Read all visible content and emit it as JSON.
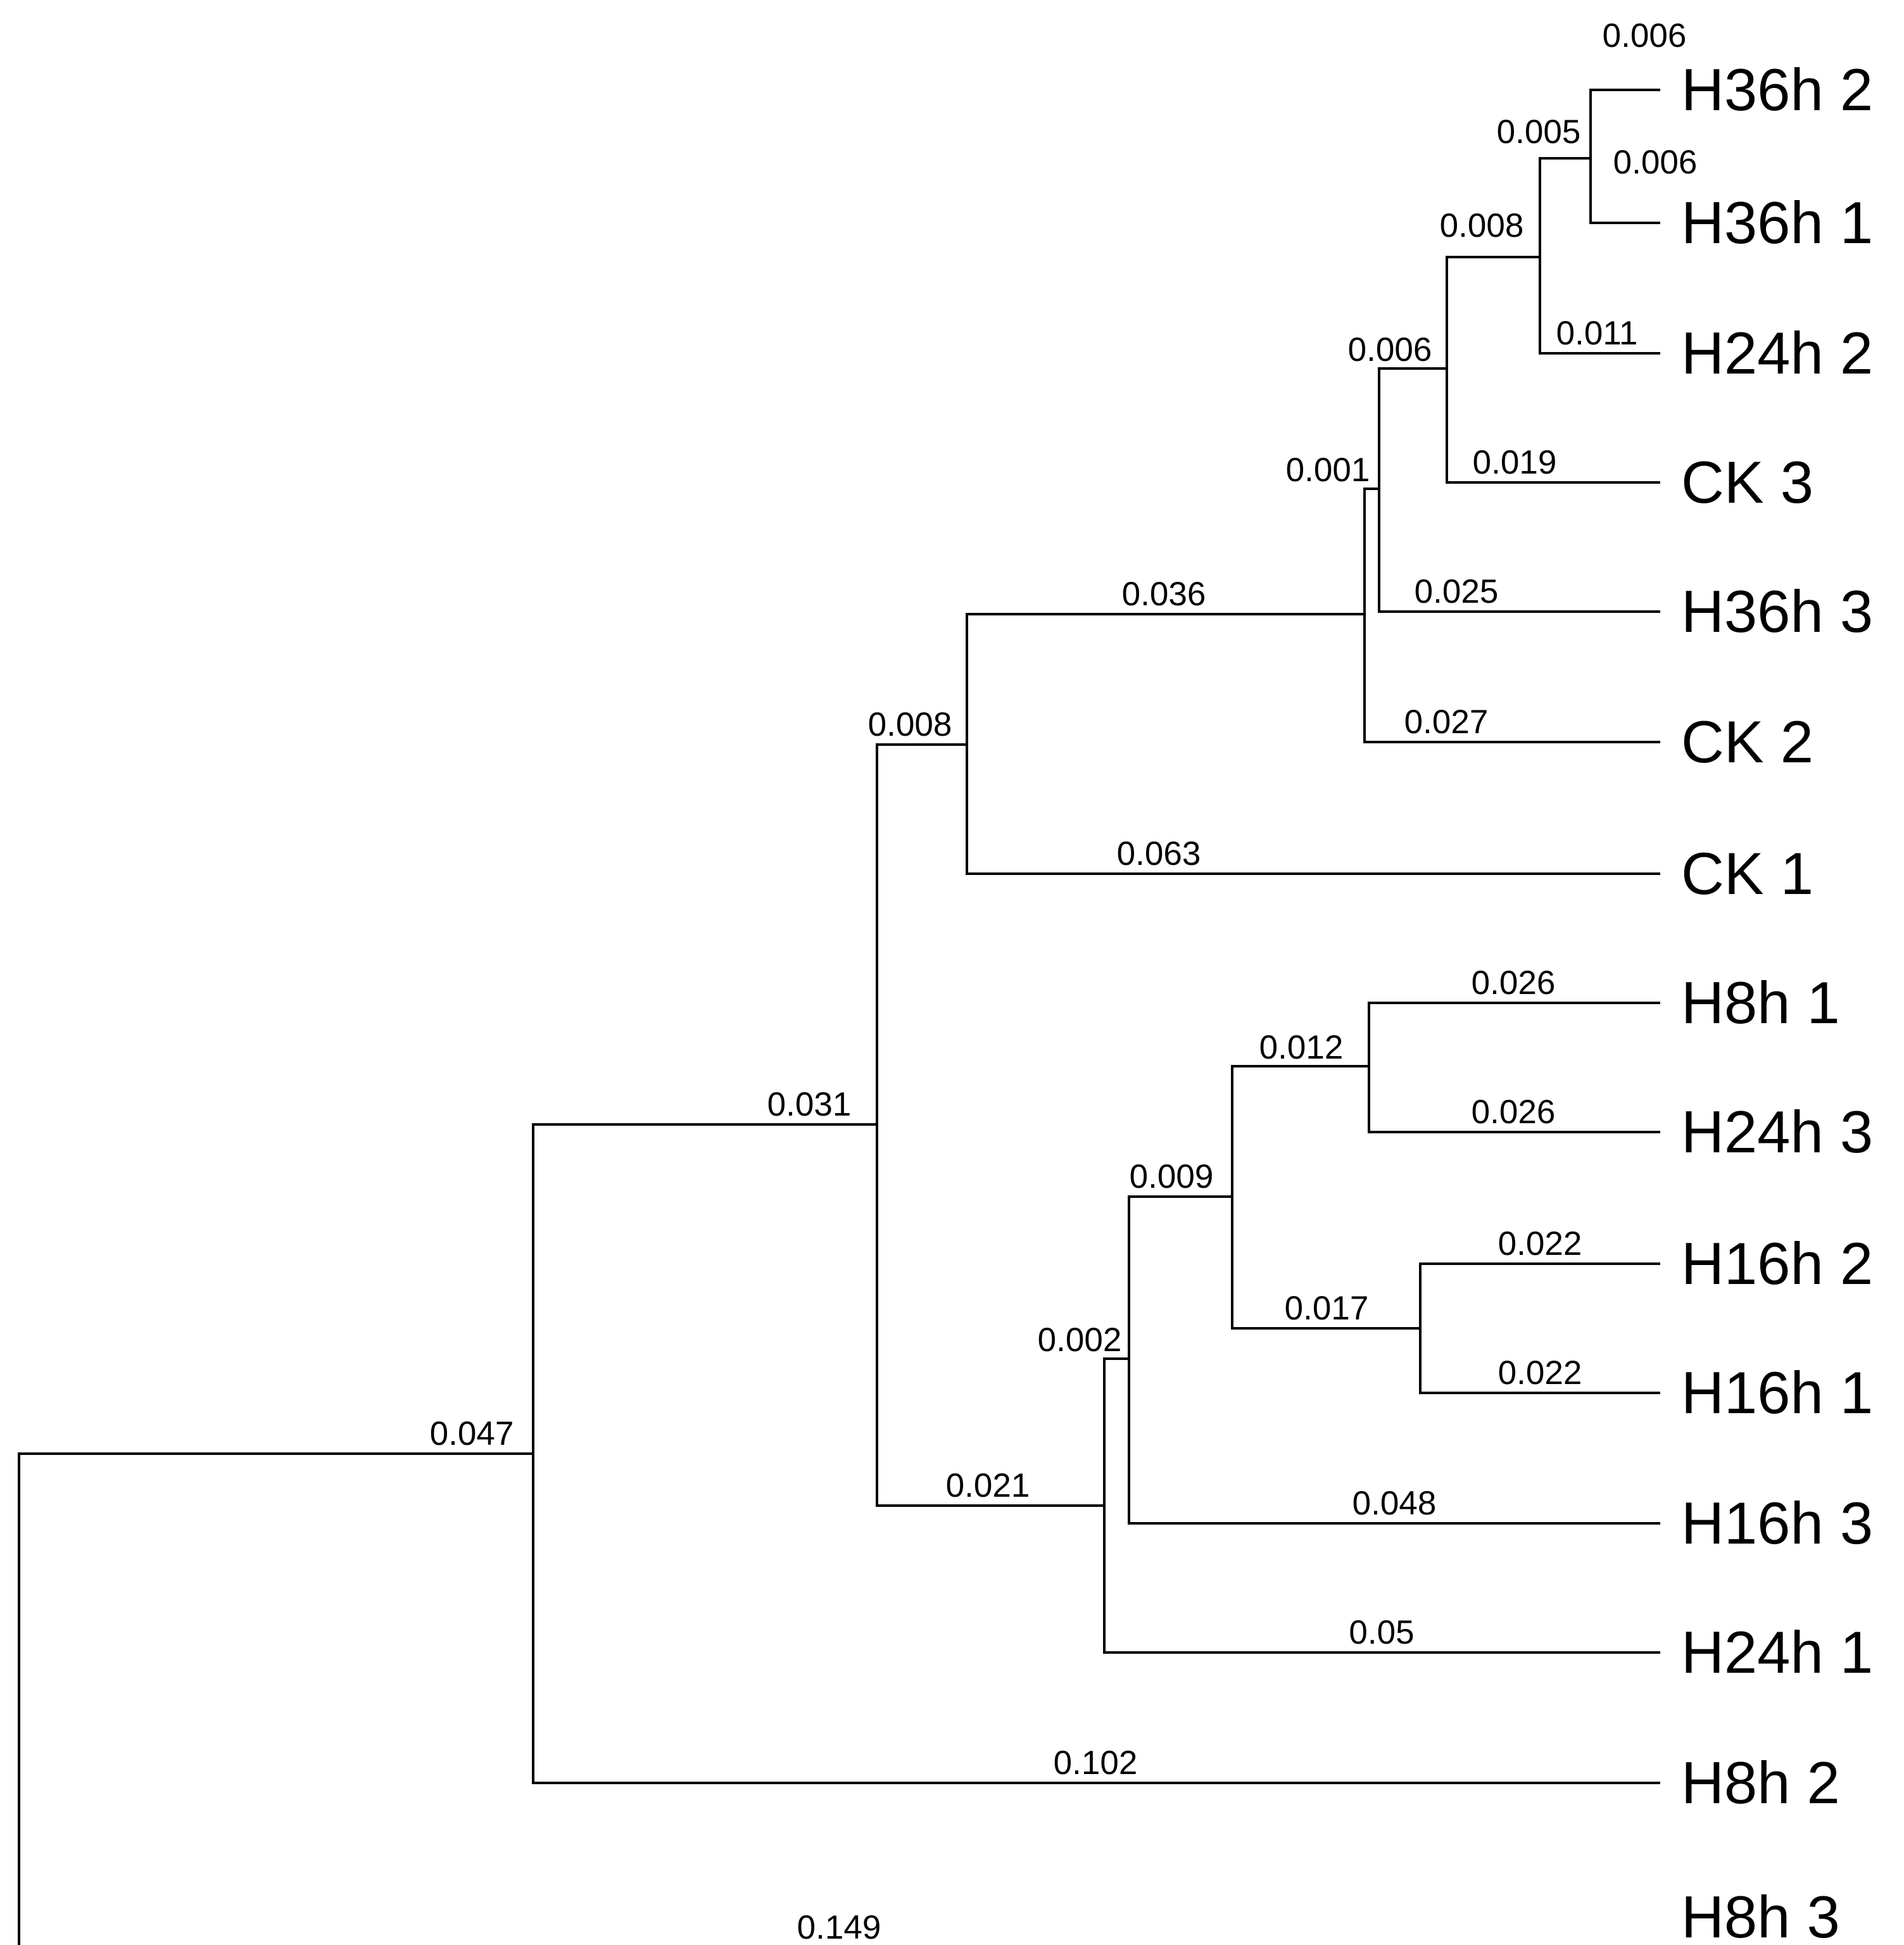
{
  "tree": {
    "branch_lengths": {
      "root": "0.047",
      "h8h3": "0.149",
      "n1": "0.031",
      "h8h2": "0.102",
      "n2": "0.008",
      "n8": "0.021",
      "n3": "0.036",
      "ck1": "0.063",
      "n4": "0.001",
      "ck2": "0.027",
      "n5": "0.006",
      "h36h3": "0.025",
      "n6": "0.008",
      "ck3": "0.019",
      "n7": "0.005",
      "h24h2": "0.011",
      "h36h2": "0.006",
      "h36h1": "0.006",
      "n9": "0.002",
      "h24h1": "0.05",
      "n10": "0.009",
      "h16h3": "0.048",
      "n11": "0.012",
      "n12": "0.017",
      "h8h1": "0.026",
      "h24h3": "0.026",
      "h16h2": "0.022",
      "h16h1": "0.022"
    },
    "leaves": {
      "h36h2": "H36h 2",
      "h36h1": "H36h 1",
      "h24h2": "H24h 2",
      "ck3": "CK 3",
      "h36h3": "H36h 3",
      "ck2": "CK 2",
      "ck1": "CK 1",
      "h8h1": "H8h 1",
      "h24h3": "H24h 3",
      "h16h2": "H16h 2",
      "h16h1": "H16h 1",
      "h16h3": "H16h 3",
      "h24h1": "H24h 1",
      "h8h2": "H8h 2",
      "h8h3": "H8h 3"
    }
  }
}
